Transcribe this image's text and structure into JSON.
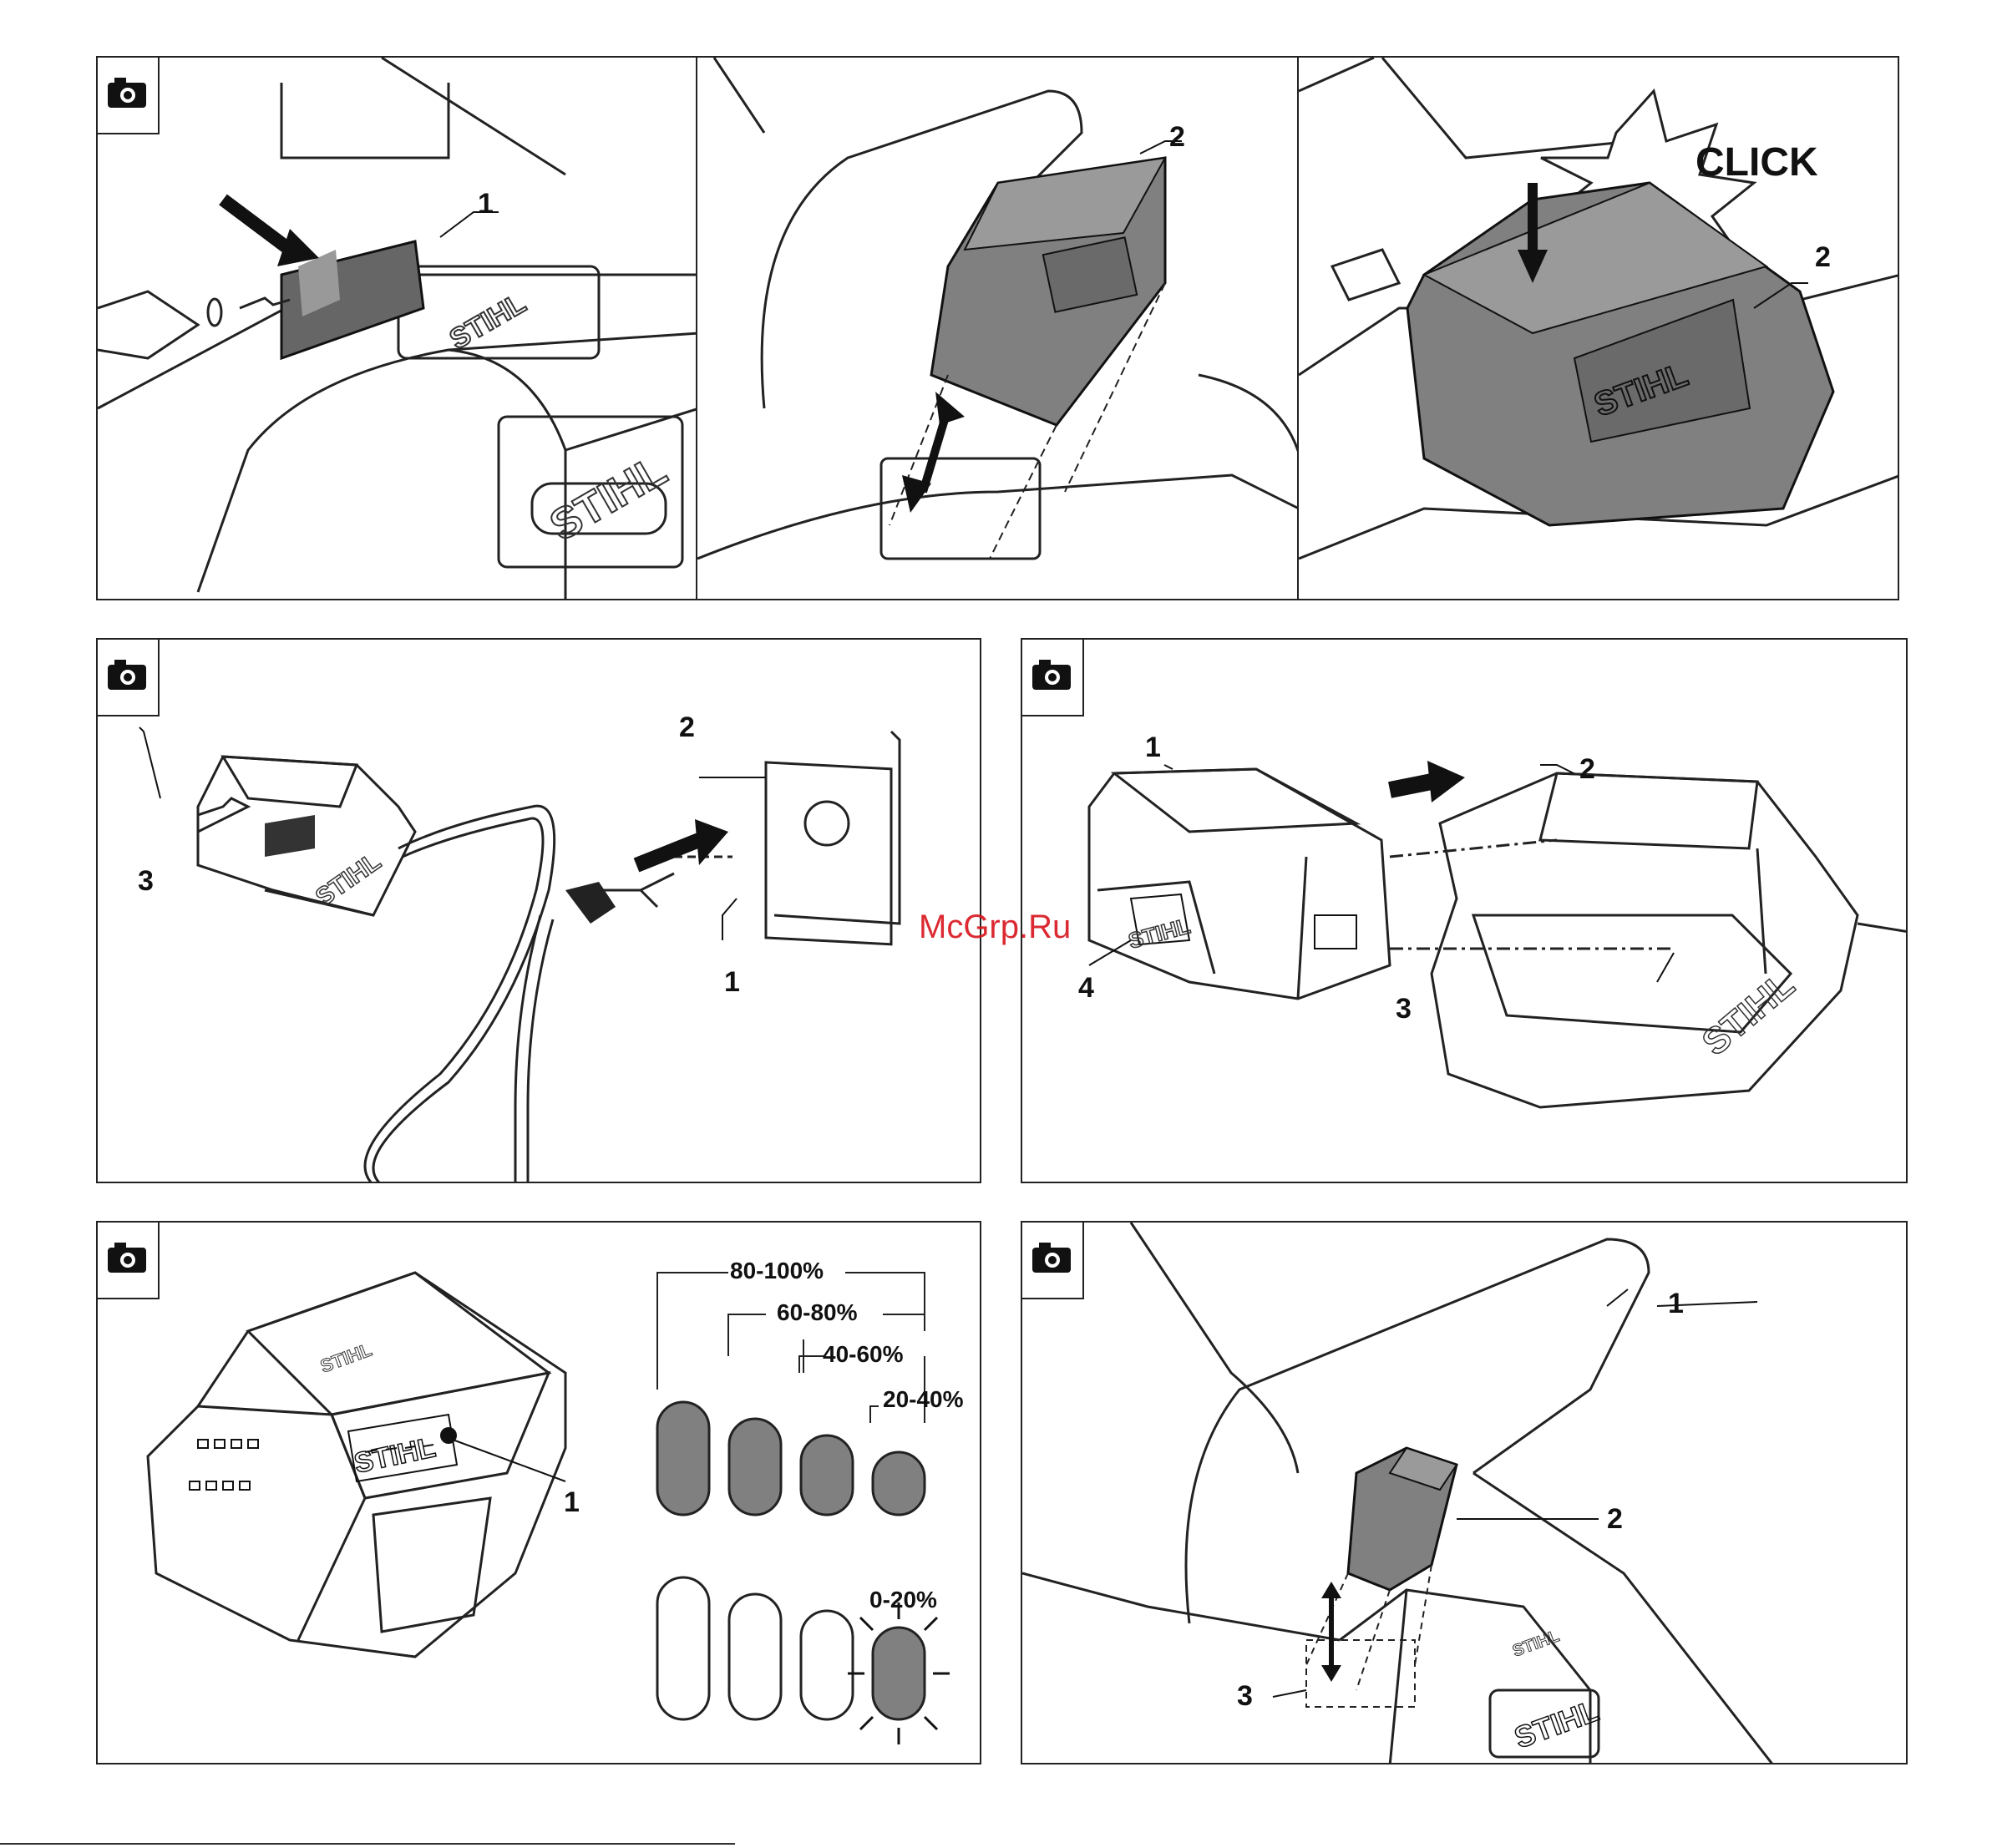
{
  "watermark": "McGrp.Ru",
  "brand": "STIHL",
  "icons": {
    "camera": "camera-icon"
  },
  "panels": {
    "p1": {
      "labels": [
        "1"
      ]
    },
    "p2": {
      "labels": [
        "2"
      ]
    },
    "p3": {
      "click_text": "CLICK",
      "labels": [
        "2"
      ]
    },
    "p4": {
      "labels": [
        "2",
        "3",
        "1"
      ]
    },
    "p5": {
      "labels": [
        "1",
        "2",
        "4",
        "3"
      ]
    },
    "p6": {
      "labels": [
        "1"
      ],
      "charge_levels": [
        "80-100%",
        "60-80%",
        "40-60%",
        "20-40%",
        "0-20%"
      ],
      "led_states_full": [
        1,
        1,
        1,
        1
      ],
      "led_states_low": [
        0,
        0,
        0,
        1
      ]
    },
    "p7": {
      "labels": [
        "1",
        "2",
        "3"
      ]
    }
  },
  "colors": {
    "battery_gray": "#808080",
    "line": "#222222",
    "watermark_red": "#d8141c"
  }
}
